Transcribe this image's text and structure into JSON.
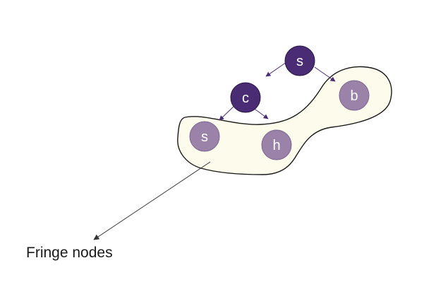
{
  "nodes": {
    "expanded_s": {
      "label": "s",
      "role": "expanded"
    },
    "expanded_c": {
      "label": "c",
      "role": "expanded"
    },
    "fringe_b": {
      "label": "b",
      "role": "fringe"
    },
    "fringe_s": {
      "label": "s",
      "role": "fringe"
    },
    "fringe_h": {
      "label": "h",
      "role": "fringe"
    }
  },
  "caption": "Fringe nodes",
  "colors": {
    "expanded_fill": "#4a2c74",
    "expanded_stroke": "#2b1745",
    "fringe_fill": "#9a82a8",
    "fringe_stroke": "#7d6690",
    "region_fill": "#fcfbec",
    "region_stroke": "#1a1a1a",
    "arrow": "#4a2c74",
    "pointer": "#333333"
  }
}
